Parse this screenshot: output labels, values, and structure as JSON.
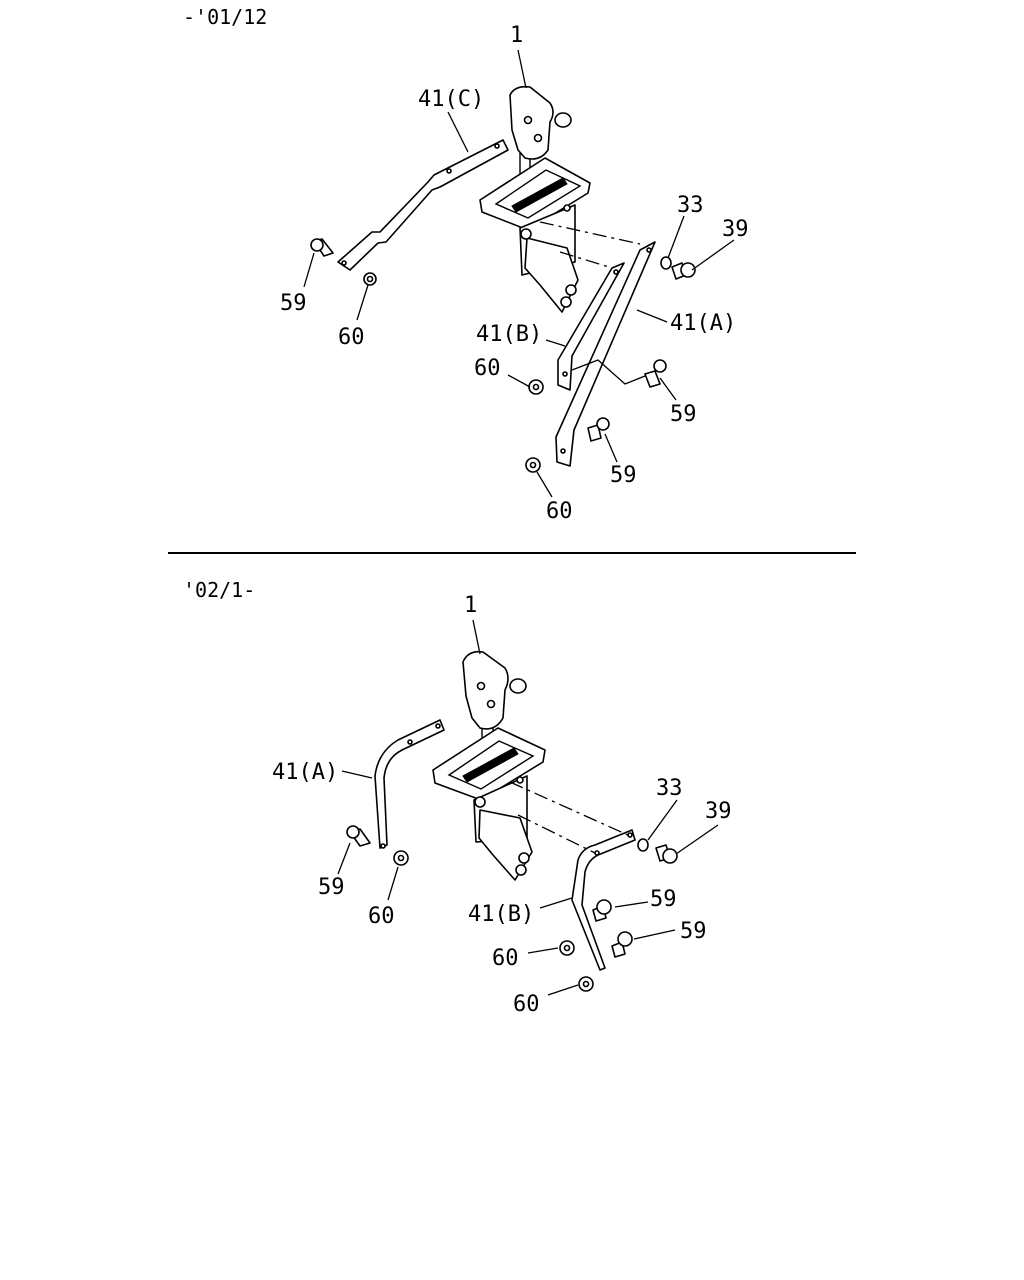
{
  "sections": {
    "top": {
      "header": "-'01/12"
    },
    "bottom": {
      "header": "'02/1-"
    }
  },
  "labels": {
    "top": {
      "lever": "1",
      "bracket_c": "41(C)",
      "bracket_b": "41(B)",
      "bracket_a": "41(A)",
      "washer": "33",
      "bolt_39": "39",
      "bolt_59_left": "59",
      "nut_60_left": "60",
      "nut_60_mid": "60",
      "bolt_59_right": "59",
      "bolt_59_lower": "59",
      "nut_60_lower": "60"
    },
    "bottom": {
      "lever": "1",
      "bracket_a": "41(A)",
      "bracket_b": "41(B)",
      "washer": "33",
      "bolt_39": "39",
      "bolt_59_left": "59",
      "nut_60_left": "60",
      "bolt_59_right1": "59",
      "bolt_59_right2": "59",
      "nut_60_mid": "60",
      "nut_60_lower": "60"
    }
  }
}
